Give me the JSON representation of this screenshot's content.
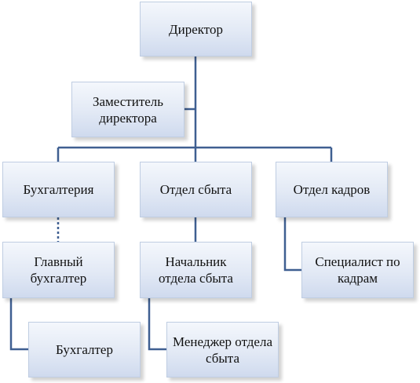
{
  "nodes": {
    "director": "Директор",
    "deputy": "Заместитель\nдиректора",
    "accounting": "Бухгалтерия",
    "sales_dept": "Отдел сбыта",
    "hr_dept": "Отдел кадров",
    "chief_accountant": "Главный\nбухгалтер",
    "head_sales": "Начальник\nотдела сбыта",
    "hr_specialist": "Специалист по\nкадрам",
    "accountant": "Бухгалтер",
    "sales_manager": "Менеджер отдела\nсбыта"
  },
  "colors": {
    "connector": "#3f5f91",
    "box_border": "#bfcde2",
    "box_fill_top": "#f4f7fc",
    "box_fill_bottom": "#cfdaee"
  }
}
